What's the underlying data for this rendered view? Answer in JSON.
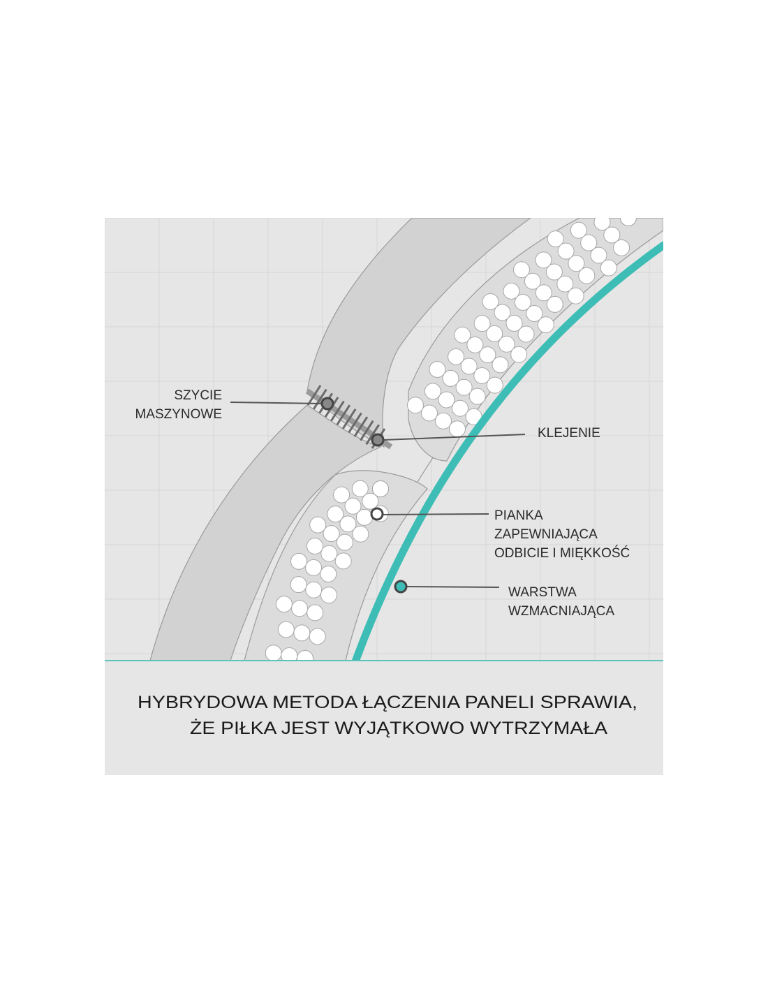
{
  "labels": {
    "stitching": [
      "SZYCIE",
      "MASZYNOWE"
    ],
    "gluing": "KLEJENIE",
    "foam": [
      "PIANKA",
      "ZAPEWNIAJĄCA",
      "ODBICIE I MIĘKKOŚĆ"
    ],
    "reinforcement": [
      "WARSTWA",
      "WZMACNIAJĄCA"
    ]
  },
  "caption": [
    "HYBRYDOWA METODA ŁĄCZENIA PANELI SPRAWIA,",
    "ŻE PIŁKA JEST WYJĄTKOWO WYTRZYMAŁA"
  ],
  "colors": {
    "panel_bg": "#e6e6e6",
    "band": "#d2d2d2",
    "teal": "#3dbdb5",
    "text": "#222222"
  }
}
